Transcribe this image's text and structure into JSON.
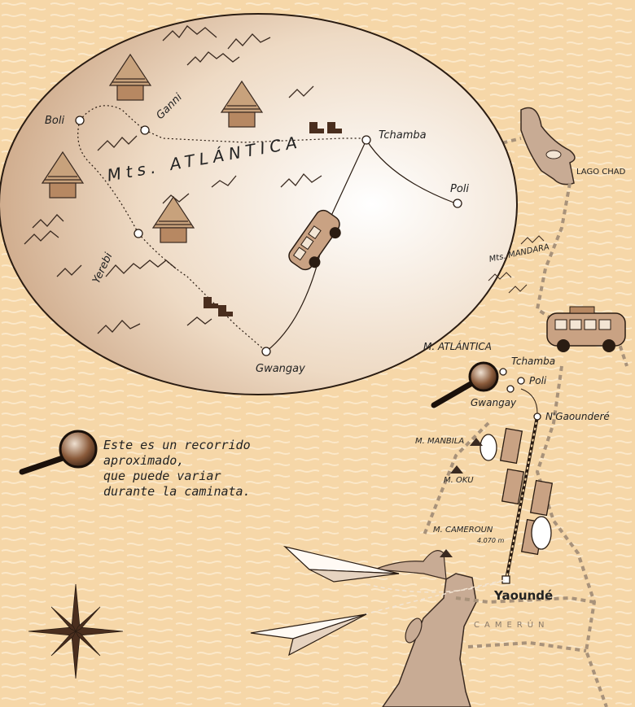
{
  "inset_map": {
    "range_label": "Mts. ATLÁNTICA",
    "places": {
      "boli": "Boli",
      "ganni": "Ganni",
      "tchamba": "Tchamba",
      "poli": "Poli",
      "yerebi": "Yerebi",
      "gwangay": "Gwangay"
    }
  },
  "main_map": {
    "lake": "LAGO CHAD",
    "mandara": "Mts. MANDARA",
    "atlantica": "M. ATLÁNTICA",
    "tchamba": "Tchamba",
    "poli": "Poli",
    "gwangay": "Gwangay",
    "ngaoundere": "N'Gaounderé",
    "manbila": "M. MANBILA",
    "oku": "M. OKU",
    "cameroun": "M. CAMEROUN",
    "cameroun_elev": "4.070 m",
    "yaounde": "Yaoundé",
    "country": "CAMERÚN"
  },
  "note": {
    "lines": [
      "Este es un recorrido",
      "aproximado,",
      "que puede variar",
      "durante la caminata."
    ]
  },
  "icons": [
    "hut-icon",
    "boots-icon",
    "bus-icon",
    "train-icon",
    "airplane-icon",
    "magnifier-icon",
    "compass-rose-icon",
    "mountain-icon"
  ],
  "colors": {
    "background": "#f6d7a8",
    "route": "#a8927a",
    "inset_fill": "#f3e5d4",
    "ink": "#222222"
  }
}
